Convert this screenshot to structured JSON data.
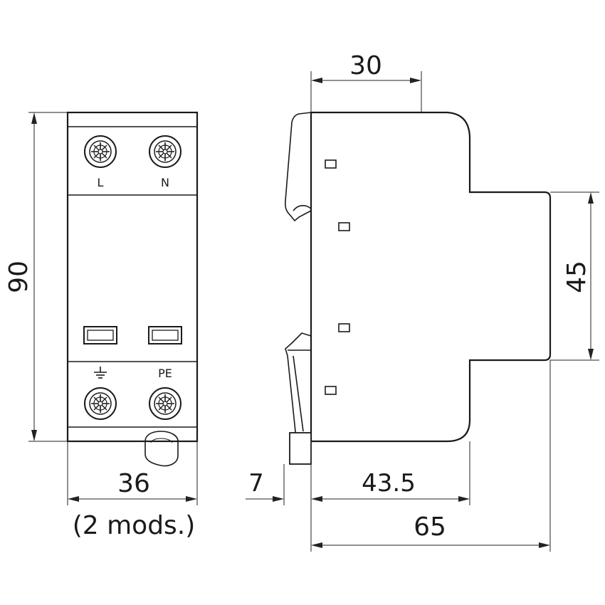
{
  "front_view": {
    "terminal_labels": {
      "top_left": "L",
      "top_right": "N",
      "bottom_right": "PE"
    },
    "height_dim": "90",
    "width_dim": "36",
    "width_note": "(2 mods.)"
  },
  "side_view": {
    "top_dim": "30",
    "mid_dim": "45",
    "left_dim": "7",
    "depth_dim": "43.5",
    "total_dim": "65"
  }
}
